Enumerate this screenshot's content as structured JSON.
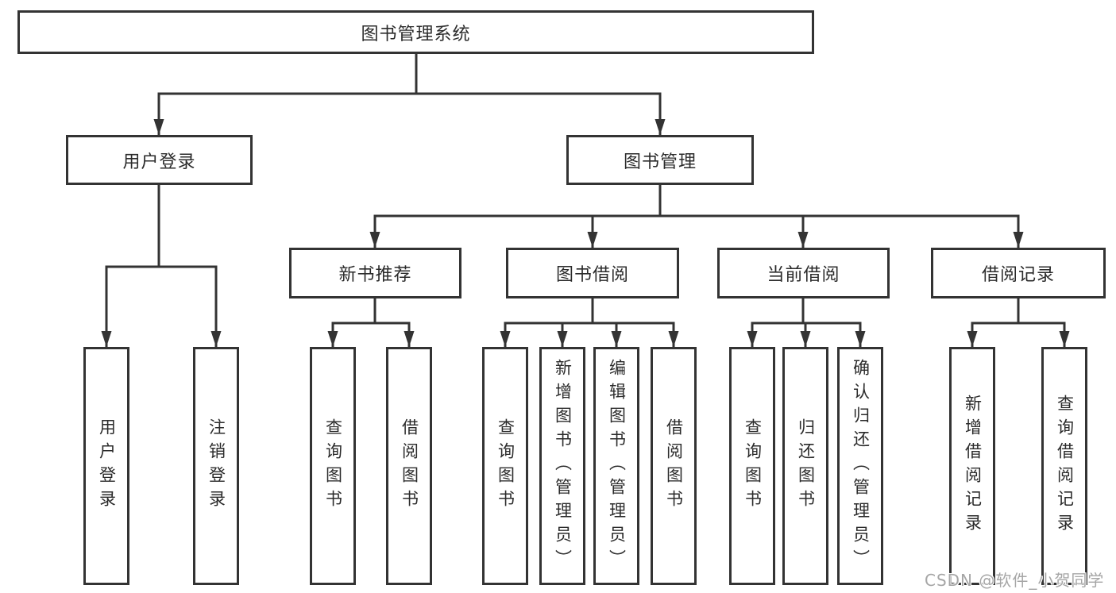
{
  "root": {
    "label": "图书管理系统"
  },
  "branches": [
    {
      "label": "用户登录",
      "leaves": [
        {
          "label": "用户登录"
        },
        {
          "label": "注销登录"
        }
      ]
    },
    {
      "label": "图书管理",
      "sections": [
        {
          "label": "新书推荐",
          "leaves": [
            {
              "label": "查询图书"
            },
            {
              "label": "借阅图书"
            }
          ]
        },
        {
          "label": "图书借阅",
          "leaves": [
            {
              "label": "查询图书"
            },
            {
              "label": "新增图书（管理员）"
            },
            {
              "label": "编辑图书（管理员）"
            },
            {
              "label": "借阅图书"
            }
          ]
        },
        {
          "label": "当前借阅",
          "leaves": [
            {
              "label": "查询图书"
            },
            {
              "label": "归还图书"
            },
            {
              "label": "确认归还（管理员）"
            }
          ]
        },
        {
          "label": "借阅记录",
          "leaves": [
            {
              "label": "新增借阅记录"
            },
            {
              "label": "查询借阅记录"
            }
          ]
        }
      ]
    }
  ],
  "watermark": {
    "text": "CSDN @软件_小贺同学"
  },
  "colors": {
    "line": "#333333",
    "text": "#2b2b2b",
    "background": "#ffffff",
    "watermark": "#a6a6a6"
  }
}
